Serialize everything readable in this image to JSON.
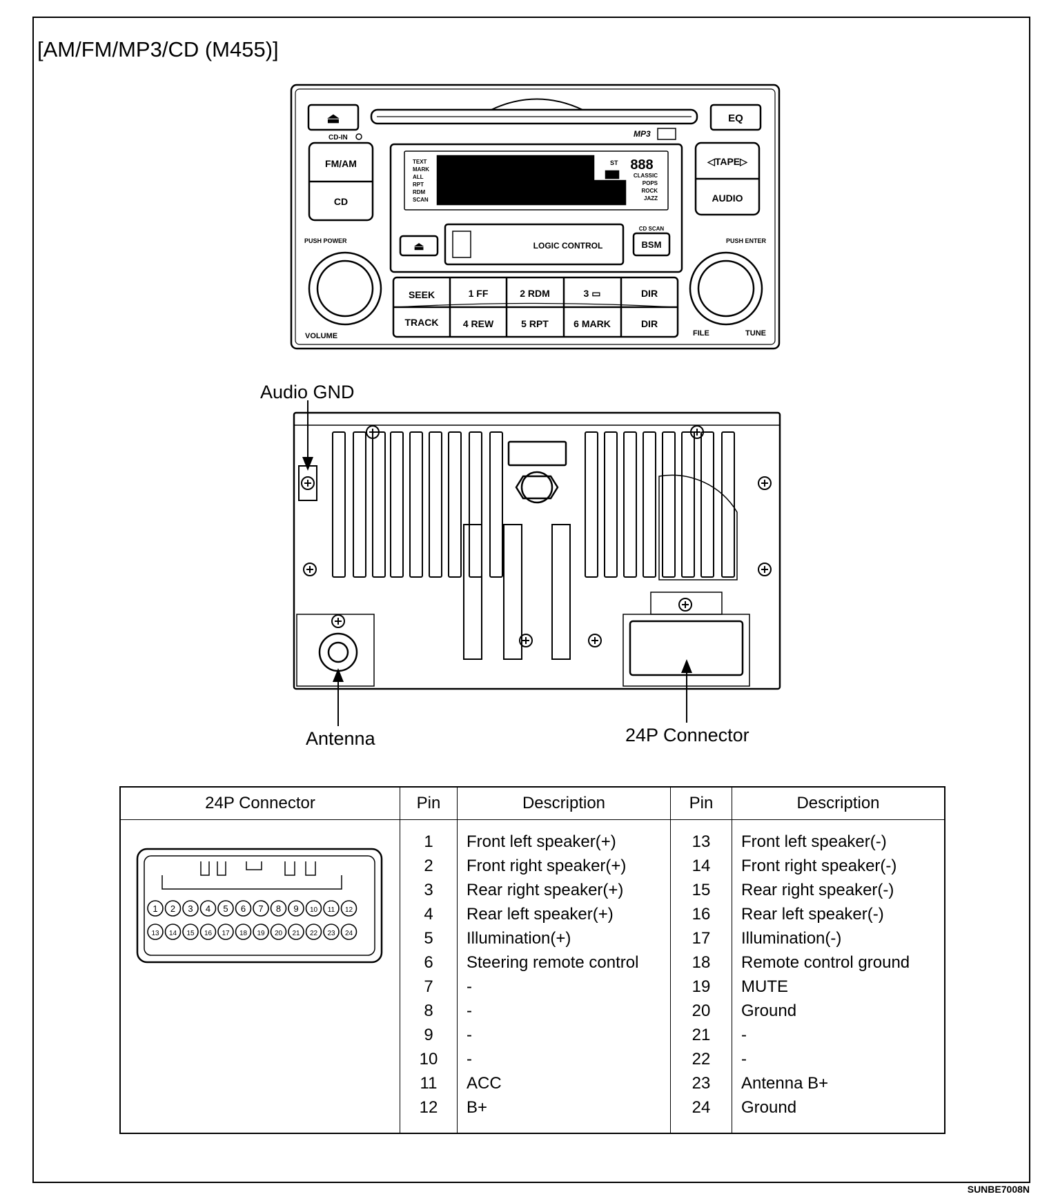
{
  "title": "[AM/FM/MP3/CD (M455)]",
  "figure_code": "SUNBE7008N",
  "front_panel": {
    "eject_label": "⏏",
    "cd_in_label": "CD-IN",
    "eq_label": "EQ",
    "mp3_label": "MP3",
    "fm_am_label": "FM/AM",
    "cd_label": "CD",
    "tape_label": "◁TAPE▷",
    "audio_label": "AUDIO",
    "display_left_labels": [
      "TEXT",
      "MARK",
      "ALL",
      "RPT",
      "RDM",
      "SCAN"
    ],
    "display_right_labels": [
      "CLASSIC",
      "POPS",
      "ROCK",
      "JAZZ"
    ],
    "display_st_label": "ST",
    "display_digits": "888",
    "logic_control_label": "LOGIC CONTROL",
    "cd_scan_label": "CD SCAN",
    "bsm_label": "BSM",
    "push_power_label": "PUSH POWER",
    "push_enter_label": "PUSH ENTER",
    "volume_label": "VOLUME",
    "file_label": "FILE",
    "tune_label": "TUNE",
    "seek_label": "SEEK",
    "track_label": "TRACK",
    "preset_top": [
      "1 FF",
      "2 RDM",
      "3 ▭",
      "DIR"
    ],
    "preset_bottom": [
      "4 REW",
      "5 RPT",
      "6 MARK",
      "DIR"
    ]
  },
  "callouts": {
    "audio_gnd": "Audio GND",
    "antenna": "Antenna",
    "connector": "24P Connector"
  },
  "connector_pins_top": [
    "1",
    "2",
    "3",
    "4",
    "5",
    "6",
    "7",
    "8",
    "9",
    "10",
    "11",
    "12"
  ],
  "connector_pins_bottom": [
    "13",
    "14",
    "15",
    "16",
    "17",
    "18",
    "19",
    "20",
    "21",
    "22",
    "23",
    "24"
  ],
  "table": {
    "headers": [
      "24P Connector",
      "Pin",
      "Description",
      "Pin",
      "Description"
    ],
    "left": [
      {
        "pin": "1",
        "desc": "Front left speaker(+)"
      },
      {
        "pin": "2",
        "desc": "Front right speaker(+)"
      },
      {
        "pin": "3",
        "desc": "Rear right speaker(+)"
      },
      {
        "pin": "4",
        "desc": "Rear left speaker(+)"
      },
      {
        "pin": "5",
        "desc": "Illumination(+)"
      },
      {
        "pin": "6",
        "desc": "Steering remote control"
      },
      {
        "pin": "7",
        "desc": "-"
      },
      {
        "pin": "8",
        "desc": "-"
      },
      {
        "pin": "9",
        "desc": "-"
      },
      {
        "pin": "10",
        "desc": "-"
      },
      {
        "pin": "11",
        "desc": "ACC"
      },
      {
        "pin": "12",
        "desc": "B+"
      }
    ],
    "right": [
      {
        "pin": "13",
        "desc": "Front left speaker(-)"
      },
      {
        "pin": "14",
        "desc": "Front right speaker(-)"
      },
      {
        "pin": "15",
        "desc": "Rear right speaker(-)"
      },
      {
        "pin": "16",
        "desc": "Rear left speaker(-)"
      },
      {
        "pin": "17",
        "desc": "Illumination(-)"
      },
      {
        "pin": "18",
        "desc": "Remote control ground"
      },
      {
        "pin": "19",
        "desc": "MUTE"
      },
      {
        "pin": "20",
        "desc": "Ground"
      },
      {
        "pin": "21",
        "desc": "-"
      },
      {
        "pin": "22",
        "desc": "-"
      },
      {
        "pin": "23",
        "desc": "Antenna B+"
      },
      {
        "pin": "24",
        "desc": "Ground"
      }
    ]
  }
}
